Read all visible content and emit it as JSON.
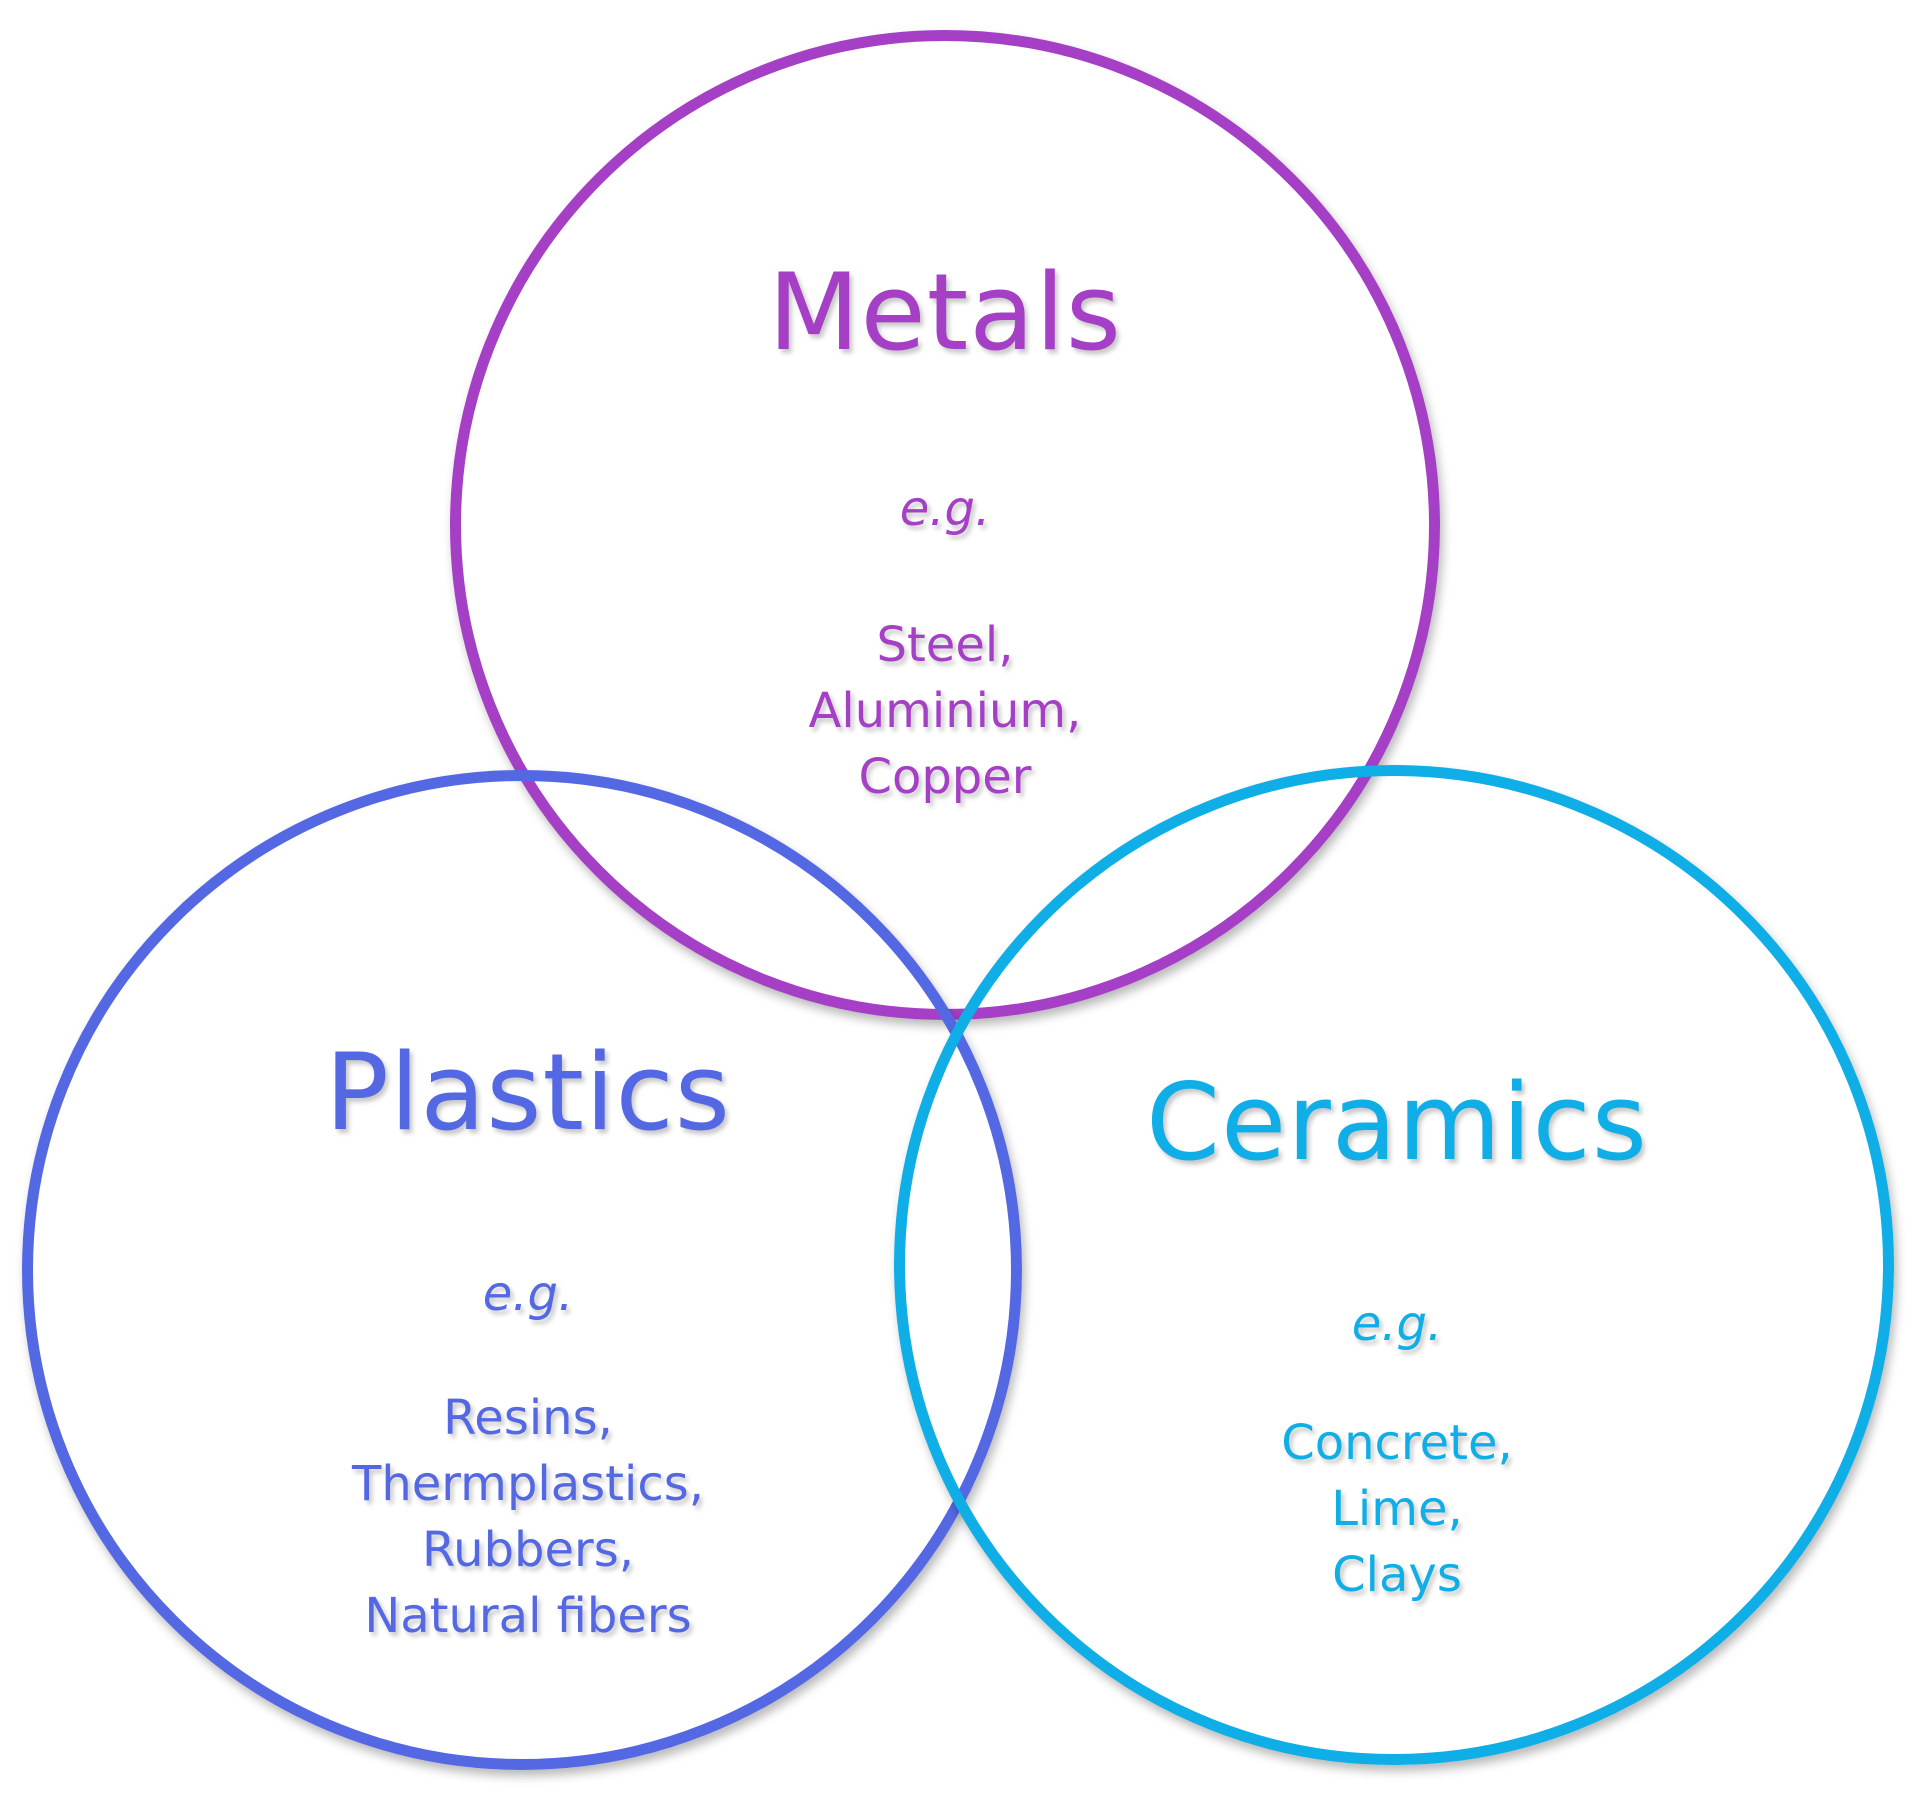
{
  "colors": {
    "metals": "#A53FC6",
    "plastics": "#5468E4",
    "ceramics": "#10AEE6"
  },
  "metals": {
    "title": "Metals",
    "eg": "e.g.",
    "examples": [
      "Steel,",
      "Aluminium,",
      "Copper"
    ]
  },
  "plastics": {
    "title": "Plastics",
    "eg": "e.g.",
    "examples": [
      "Resins,",
      "Thermplastics,",
      "Rubbers,",
      "Natural fibers"
    ]
  },
  "ceramics": {
    "title": "Ceramics",
    "eg": "e.g.",
    "examples": [
      "Concrete,",
      "Lime,",
      "Clays"
    ]
  }
}
